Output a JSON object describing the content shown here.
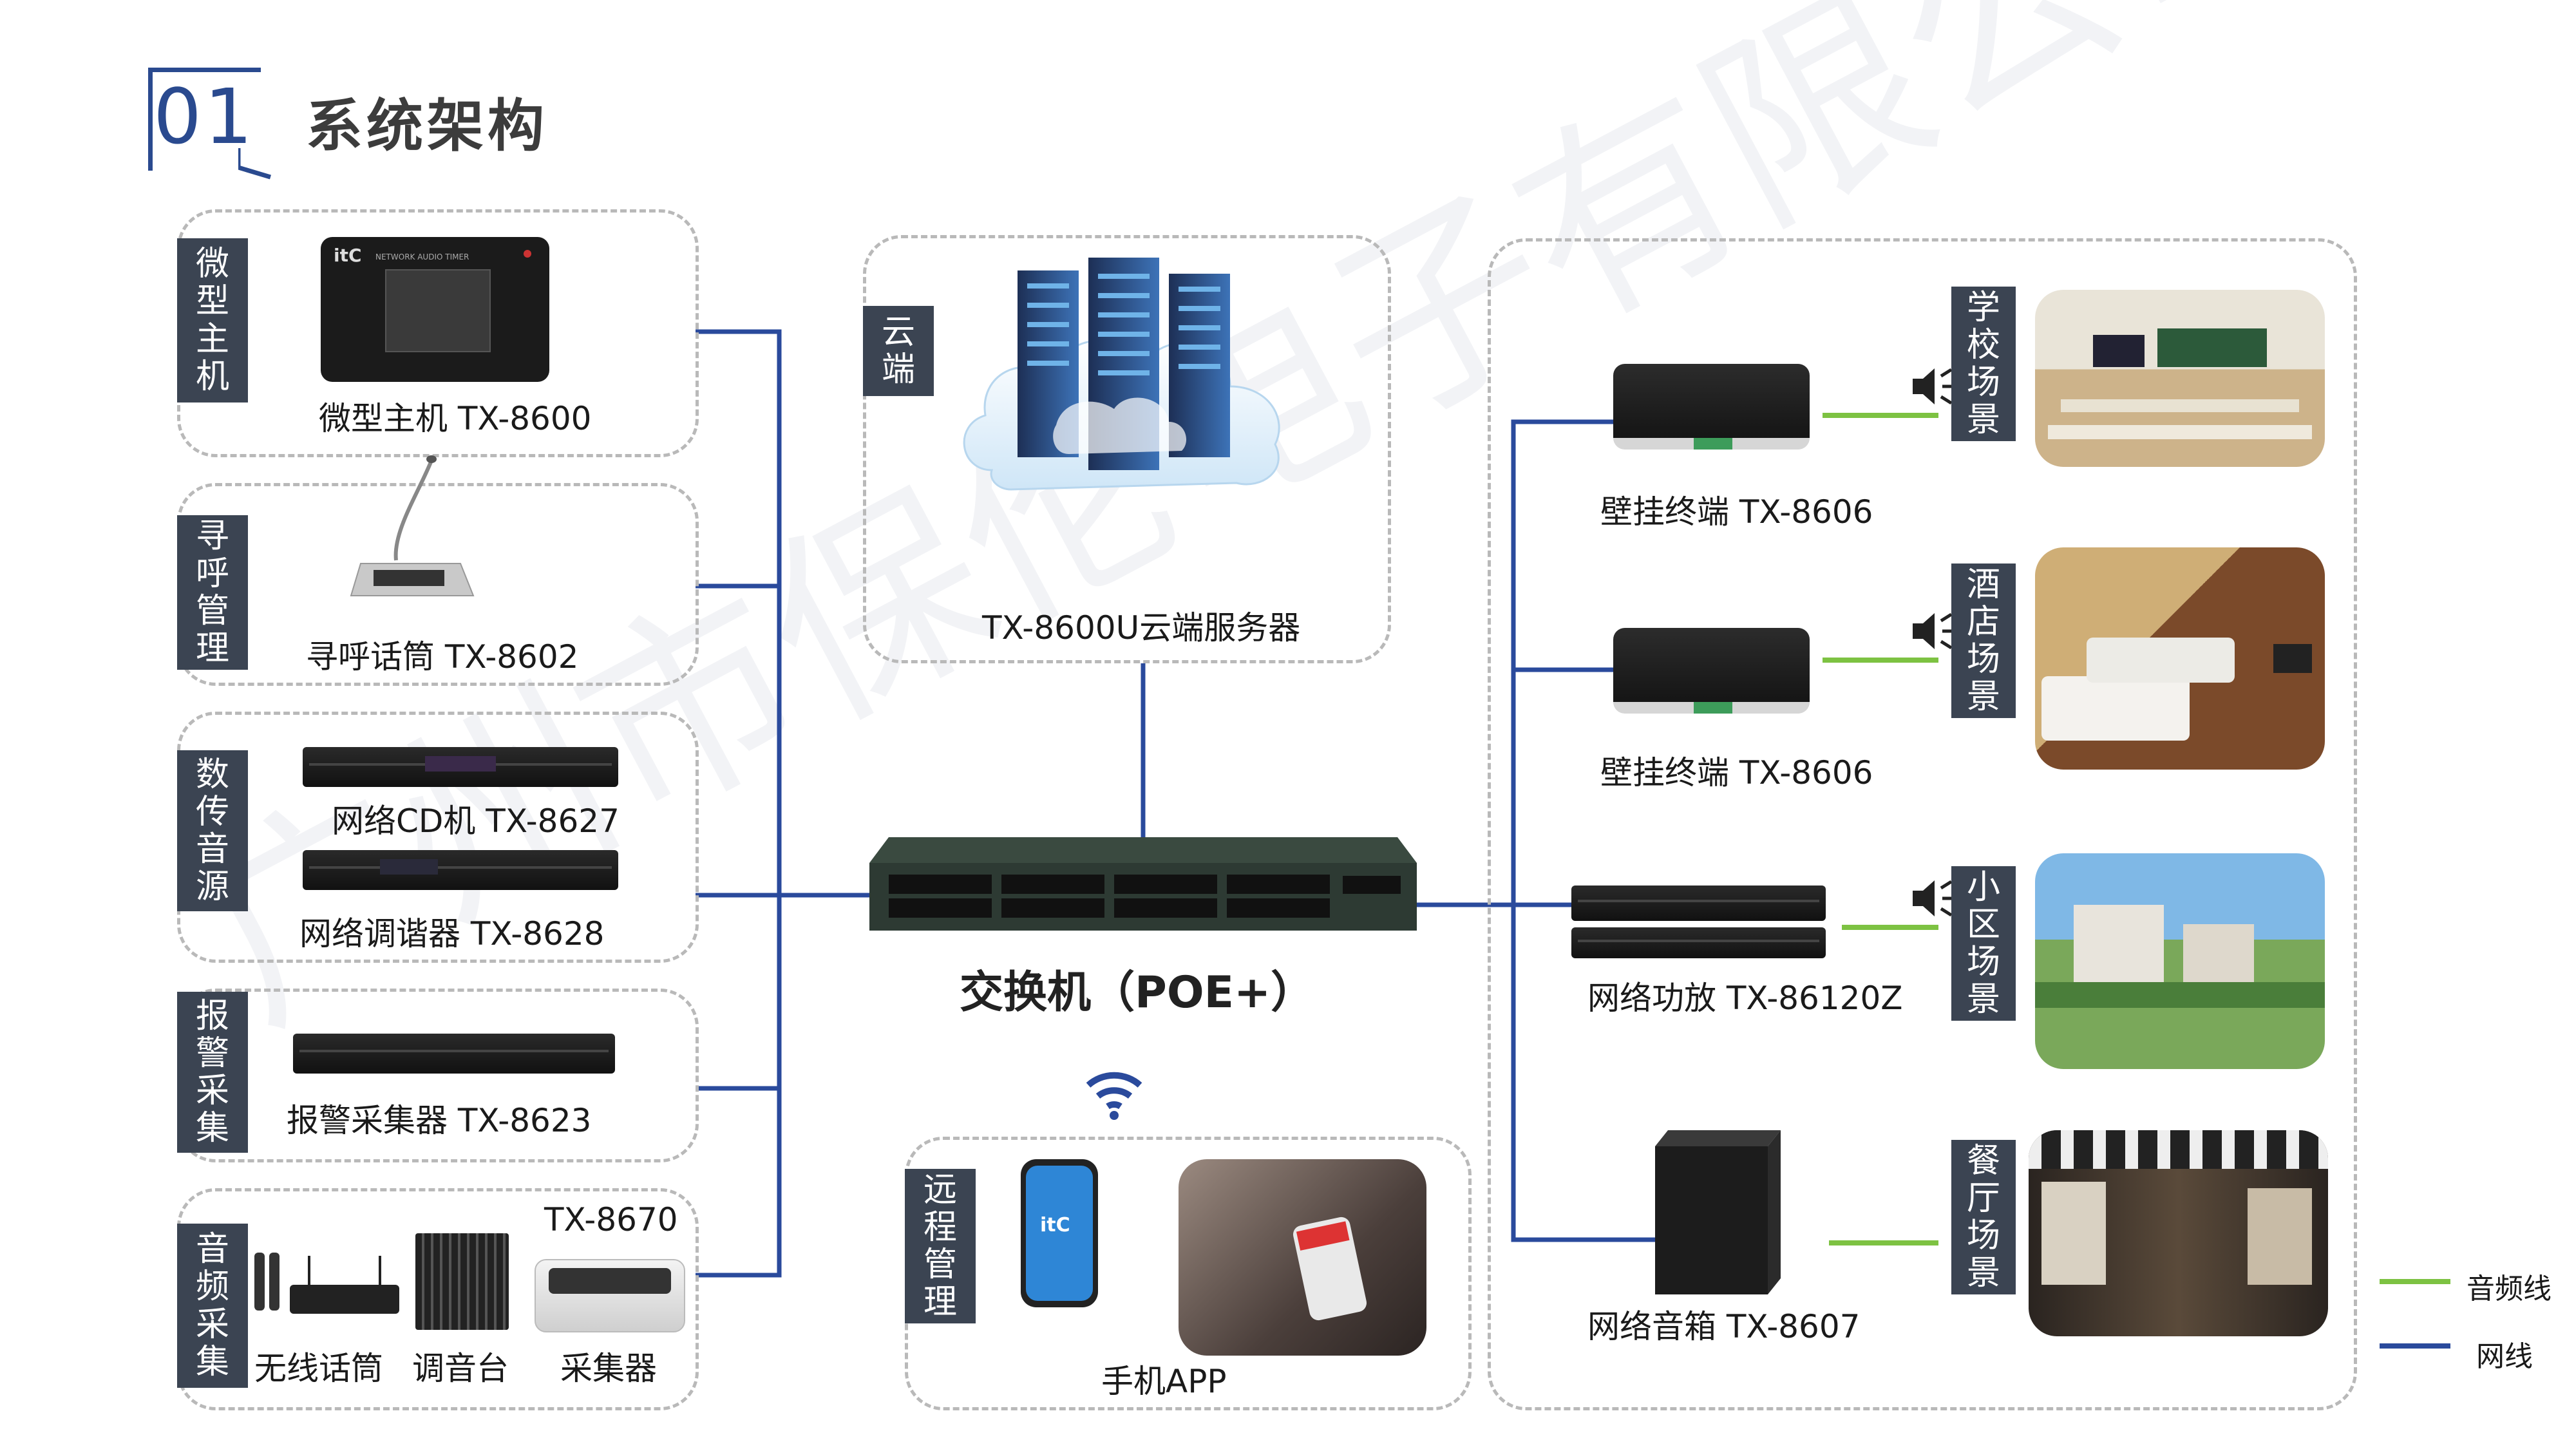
{
  "header": {
    "number": "01",
    "title": "系统架构"
  },
  "watermark": "广州市保伦电子有限公司",
  "left_groups": [
    {
      "label": [
        "微",
        "型",
        "主",
        "机"
      ],
      "captions": [
        "微型主机 TX-8600"
      ]
    },
    {
      "label": [
        "寻",
        "呼",
        "管",
        "理"
      ],
      "captions": [
        "寻呼话筒 TX-8602"
      ]
    },
    {
      "label": [
        "数",
        "传",
        "音",
        "源"
      ],
      "captions": [
        "网络CD机 TX-8627",
        "网络调谐器 TX-8628"
      ]
    },
    {
      "label": [
        "报",
        "警",
        "采",
        "集"
      ],
      "captions": [
        "报警采集器 TX-8623"
      ]
    },
    {
      "label": [
        "音",
        "频",
        "采",
        "集"
      ],
      "captions": [
        "TX-8670",
        "无线话筒",
        "调音台",
        "采集器"
      ]
    }
  ],
  "device_text": {
    "host_brand": "itC",
    "host_sub": "NETWORK AUDIO TIMER",
    "phone_brand": "itC"
  },
  "cloud": {
    "label": [
      "云",
      "端"
    ],
    "caption": "TX-8600U云端服务器"
  },
  "switch": {
    "caption": "交换机（POE+）"
  },
  "remote": {
    "label": [
      "远",
      "程",
      "管",
      "理"
    ],
    "caption": "手机APP"
  },
  "right_devices": [
    {
      "caption": "壁挂终端 TX-8606"
    },
    {
      "caption": "壁挂终端 TX-8606"
    },
    {
      "caption": "网络功放 TX-86120Z"
    },
    {
      "caption": "网络音箱 TX-8607"
    }
  ],
  "scenes": [
    {
      "label": [
        "学",
        "校",
        "场",
        "景"
      ]
    },
    {
      "label": [
        "酒",
        "店",
        "场",
        "景"
      ]
    },
    {
      "label": [
        "小",
        "区",
        "场",
        "景"
      ]
    },
    {
      "label": [
        "餐",
        "厅",
        "场",
        "景"
      ]
    }
  ],
  "legend": {
    "audio": "音频线",
    "network": "网线"
  },
  "colors": {
    "network_line": "#2a4a9c",
    "audio_line": "#7dc242",
    "label_bg": "#3b4452",
    "accent": "#2a4a8f"
  }
}
